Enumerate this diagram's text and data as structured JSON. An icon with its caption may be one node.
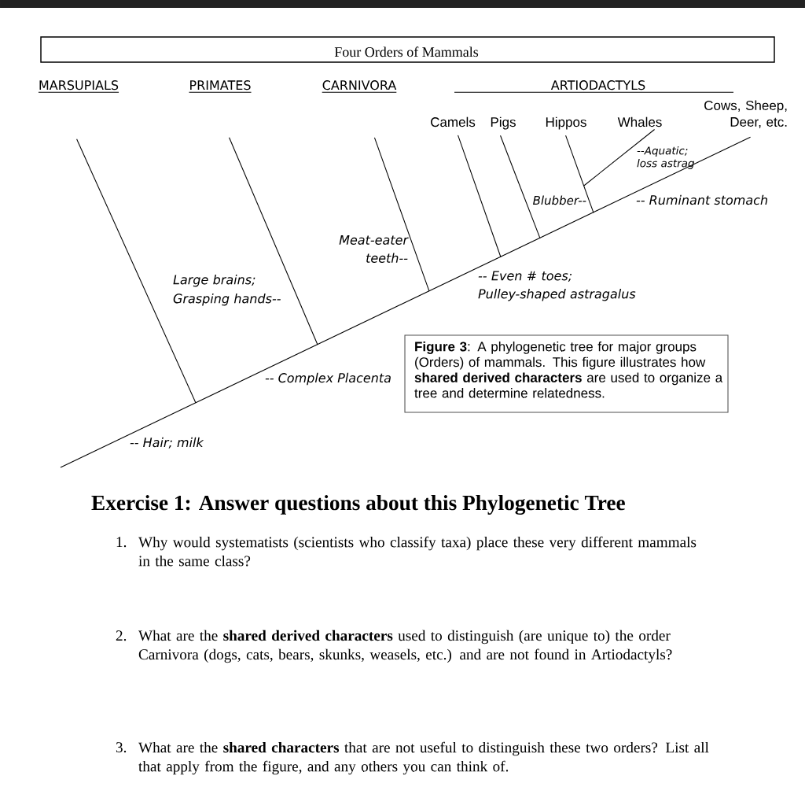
{
  "diagram": {
    "title": "Four Orders of Mammals",
    "caption": "**Figure 3**: A phylogenetic tree for major groups (Orders) of mammals. This figure illustrates how **shared derived characters** are used to organize a tree and determine relatedness.",
    "nodes": [
      {
        "text": [
          "MARSUPIALS"
        ]
      },
      {
        "text": [
          "PRIMATES"
        ]
      },
      {
        "text": [
          "CARNIVORA"
        ]
      },
      {
        "text": [
          "Camels"
        ]
      },
      {
        "text": [
          "Pigs"
        ]
      },
      {
        "text": [
          "Hippos"
        ]
      },
      {
        "text": [
          "Whales"
        ]
      },
      {
        "text": [
          "Cows, Sheep, Deer, etc."
        ]
      }
    ],
    "edges": [
      {
        "from": null,
        "to": 0,
        "arrow": "none"
      },
      {
        "from": null,
        "to": 1,
        "arrow": "none"
      },
      {
        "from": null,
        "to": 2,
        "arrow": "none"
      },
      {
        "from": null,
        "to": 3,
        "arrow": "none"
      },
      {
        "from": null,
        "to": 4,
        "arrow": "none"
      },
      {
        "from": null,
        "to": 5,
        "arrow": "none"
      },
      {
        "from": null,
        "to": 6,
        "arrow": "none"
      },
      {
        "from": null,
        "to": 7,
        "arrow": "none"
      }
    ],
    "labels": [
      "ARTIODACTYLS",
      "--Aquatic; loss astrag",
      "Blubber--",
      "-- Ruminant stomach",
      "Meat-eater teeth--",
      "-- Even # toes; Pulley-shaped astragalus",
      "Large brains; Grasping hands--",
      "-- Complex Placenta",
      "-- Hair; milk",
      "Exercise 1: Answer questions about this Phylogenetic Tree",
      "1.",
      "Why would systematists (scientists who classify taxa) place these very different mammals in the same class?",
      "2.",
      "What are the **shared derived characters** used to distinguish (are unique to) the order Carnivora (dogs, cats, bears, skunks, weasels, etc.) and are not found in Artiodactyls?",
      "3.",
      "What are the **shared characters** that are not useful to distinguish these two orders? List all that apply from the figure, and any others you can think of."
    ]
  }
}
